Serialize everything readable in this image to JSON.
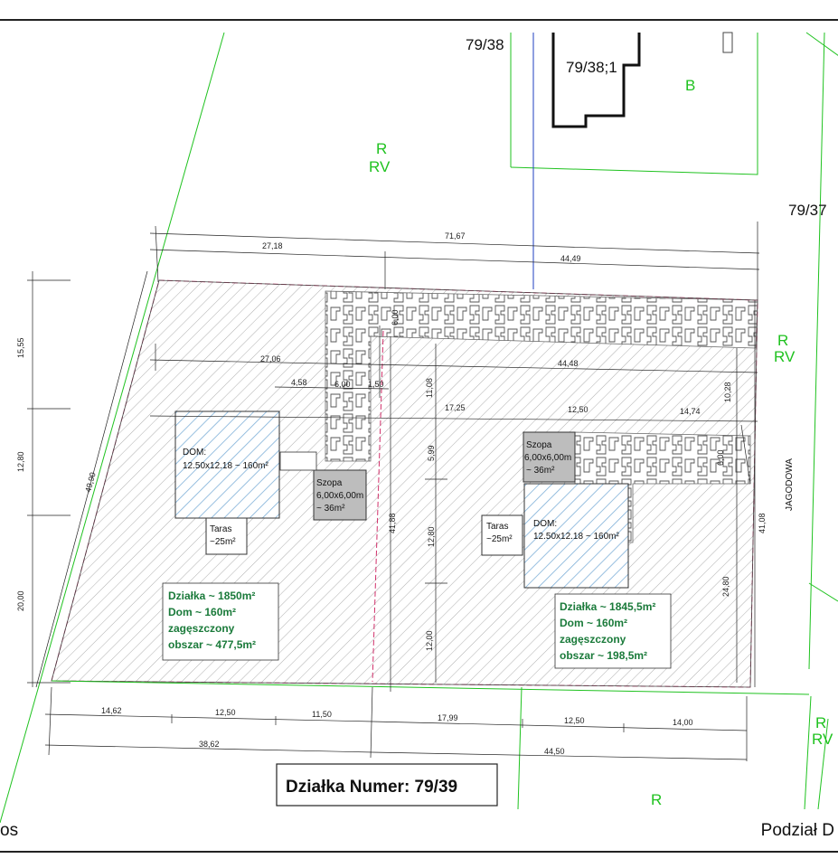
{
  "parcels": {
    "top_left": "79/38",
    "building": "79/38;1",
    "right": "79/37"
  },
  "zones": {
    "r": "R",
    "rv": "RV",
    "b": "B"
  },
  "street": "JAGODOWA",
  "dims": {
    "d7167": "71,67",
    "d2718": "27,18",
    "d4449": "44,49",
    "d2706": "27,06",
    "d4448": "44,48",
    "d458": "4,58",
    "d600a": "6,00",
    "d150": "1,50",
    "d600v": "6,00",
    "d1108": "11,08",
    "d1028": "10,28",
    "d1725": "17,25",
    "d1250a": "12,50",
    "d1474": "14,74",
    "d1555": "15,55",
    "d1280a": "12,80",
    "d2000": "20,00",
    "d4990": "49,90",
    "d4188": "41,88",
    "d599": "5,99",
    "d1280b": "12,80",
    "d1200": "12,00",
    "d600r": "6,00",
    "d4108": "41,08",
    "d2480": "24,80",
    "d1462": "14,62",
    "d1250b": "12,50",
    "d1150": "11,50",
    "d1799": "17,99",
    "d1250c": "12,50",
    "d1400": "14,00",
    "d3862": "38,62",
    "d4450": "44,50"
  },
  "left_lot": {
    "house_title": "DOM:",
    "house_size": "12.50x12.18 ~ 160m²",
    "shed_1": "Szopa",
    "shed_2": "6,00x6,00m",
    "shed_3": "~ 36m²",
    "terrace_1": "Taras",
    "terrace_2": "~25m²",
    "stats": [
      "Działka ~ 1850m²",
      "Dom ~       160m²",
      "zagęszczony",
      "obszar ~   477,5m²"
    ]
  },
  "right_lot": {
    "house_title": "DOM:",
    "house_size": "12.50x12.18 ~ 160m²",
    "shed_1": "Szopa",
    "shed_2": "6,00x6,00m",
    "shed_3": "~ 36m²",
    "terrace_1": "Taras",
    "terrace_2": "~25m²",
    "stats": [
      "Działka ~ 1845,5m²",
      "Dom ~       160m²",
      "zagęszczony",
      "obszar ~   198,5m²"
    ]
  },
  "title": "Działka Numer: 79/39",
  "footer": {
    "left": "os",
    "right": "Podział D"
  },
  "colors": {
    "zone": "#1fc21f",
    "stats": "#1a7a3a",
    "boundary": "#d0306a",
    "axis": "#1f3fc0"
  }
}
